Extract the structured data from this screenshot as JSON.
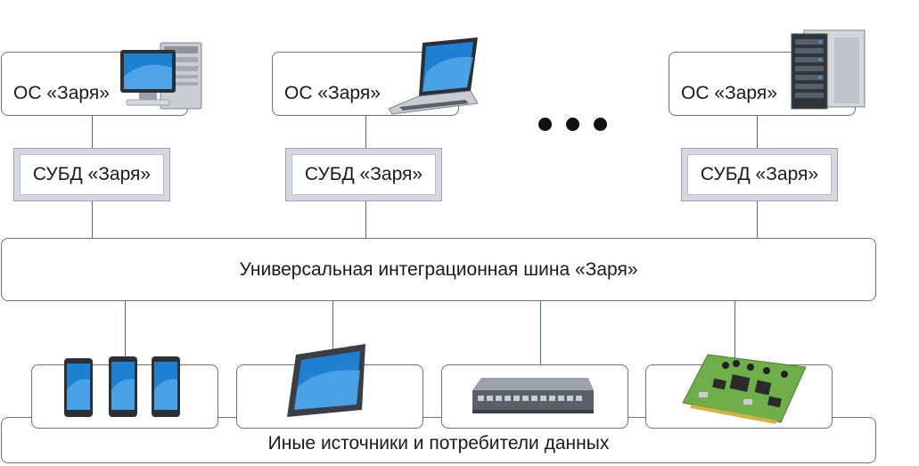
{
  "nodes": [
    {
      "os_label": "ОС «Заря»",
      "dbms_label": "СУБД «Заря»",
      "device": "desktop-computer"
    },
    {
      "os_label": "ОС «Заря»",
      "dbms_label": "СУБД «Заря»",
      "device": "laptop"
    },
    {
      "os_label": "ОС «Заря»",
      "dbms_label": "СУБД «Заря»",
      "device": "rack-server"
    }
  ],
  "bus_label": "Универсальная интеграционная шина «Заря»",
  "bottom_label": "Иные источники и потребители данных",
  "endpoints": [
    {
      "device": "smartphones"
    },
    {
      "device": "tablet"
    },
    {
      "device": "network-switch"
    },
    {
      "device": "circuit-board"
    }
  ],
  "colors": {
    "connector": "#5a6a96",
    "box_border": "#707070",
    "dbms_frame": "#d6d8df",
    "screen_blue": "#1f7fd0"
  }
}
